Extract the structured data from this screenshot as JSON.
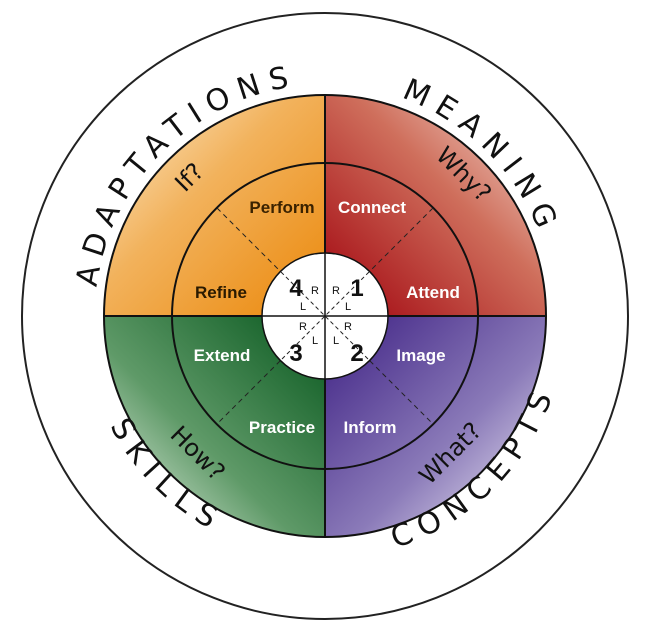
{
  "outer_words": {
    "adaptations": "ADAPTATIONS",
    "meaning": "MEANING",
    "skills": "SKILLS",
    "concepts": "CONCEPTS"
  },
  "questions": {
    "top_left": "If?",
    "top_right": "Why?",
    "bottom_left": "How?",
    "bottom_right": "What?"
  },
  "steps": {
    "perform": "Perform",
    "connect": "Connect",
    "refine": "Refine",
    "attend": "Attend",
    "extend": "Extend",
    "image": "Image",
    "practice": "Practice",
    "inform": "Inform"
  },
  "center": {
    "n1": "1",
    "n2": "2",
    "n3": "3",
    "n4": "4",
    "r": "R",
    "l": "L"
  },
  "colors": {
    "orange": "#e8961e",
    "red": "#b42a1e",
    "green": "#2f7a3a",
    "purple": "#5c3f97"
  }
}
